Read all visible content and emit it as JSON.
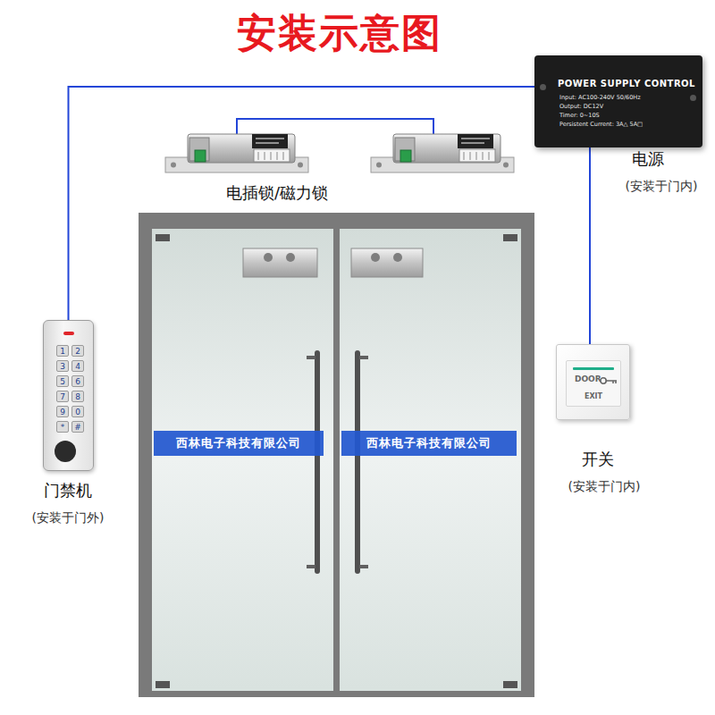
{
  "diagram": {
    "title": "安装示意图",
    "nodes": [
      {
        "text": [
          "POWER SUPPLY CONTROL",
          "Input: AC100-240V 50/60Hz",
          "Output: DC12V",
          "Timer: 0~10S",
          "Persistent Current: 3A△ 5A□",
          "电源",
          "(安装于门内)"
        ]
      },
      {
        "text": [
          "1",
          "2",
          "3",
          "4",
          "5",
          "6",
          "7",
          "8",
          "9",
          "0",
          "*",
          "#",
          "门禁机",
          "(安装于门外)"
        ]
      },
      {
        "text": [
          "西林电子科技有限公司"
        ]
      },
      {
        "text": [
          "西林电子科技有限公司"
        ]
      },
      {
        "text": [
          "DOOR",
          "EXIT",
          "开关",
          "(安装于门内)"
        ]
      }
    ],
    "edges": [
      {
        "from": 1,
        "to": 0,
        "arrow": "none"
      },
      {
        "from": 0,
        "to": 4,
        "arrow": "none"
      }
    ],
    "labels": [
      "电插锁/磁力锁"
    ]
  }
}
